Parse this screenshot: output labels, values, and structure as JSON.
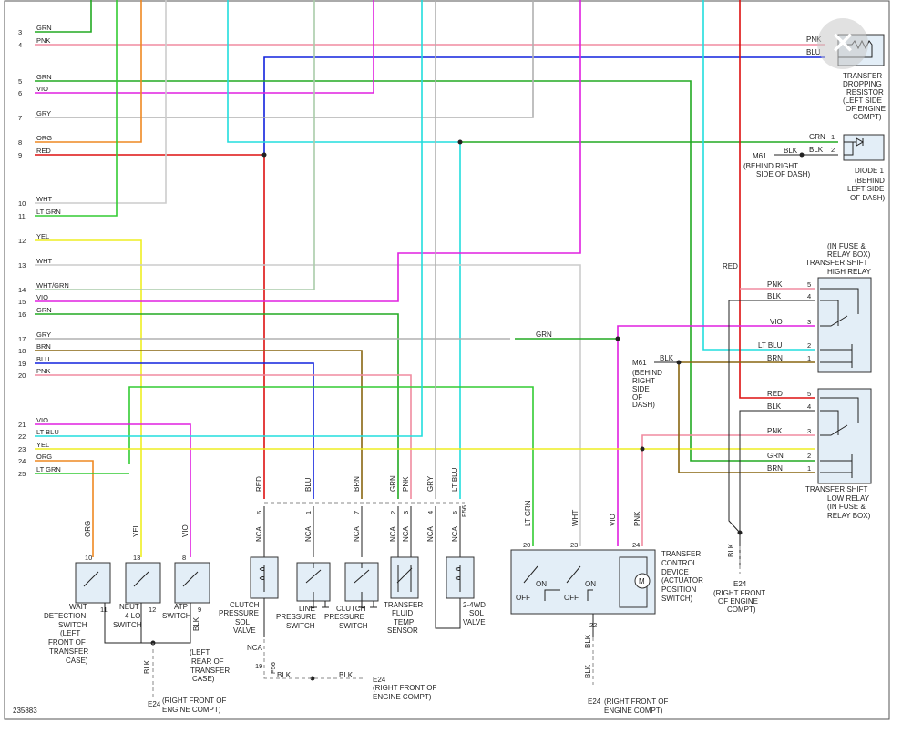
{
  "figure_id": "235883",
  "connector_pins": [
    {
      "num": "3",
      "wire": "GRN"
    },
    {
      "num": "4",
      "wire": "PNK"
    },
    {
      "num": "5",
      "wire": "GRN"
    },
    {
      "num": "6",
      "wire": "VIO"
    },
    {
      "num": "7",
      "wire": "GRY"
    },
    {
      "num": "8",
      "wire": "ORG"
    },
    {
      "num": "9",
      "wire": "RED"
    },
    {
      "num": "10",
      "wire": "WHT"
    },
    {
      "num": "11",
      "wire": "LT GRN"
    },
    {
      "num": "12",
      "wire": "YEL"
    },
    {
      "num": "13",
      "wire": "WHT"
    },
    {
      "num": "14",
      "wire": "WHT/GRN"
    },
    {
      "num": "15",
      "wire": "VIO"
    },
    {
      "num": "16",
      "wire": "GRN"
    },
    {
      "num": "17",
      "wire": "GRY"
    },
    {
      "num": "18",
      "wire": "BRN"
    },
    {
      "num": "19",
      "wire": "BLU"
    },
    {
      "num": "20",
      "wire": "PNK"
    },
    {
      "num": "21",
      "wire": "VIO"
    },
    {
      "num": "22",
      "wire": "LT BLU"
    },
    {
      "num": "23",
      "wire": "YEL"
    },
    {
      "num": "24",
      "wire": "ORG"
    },
    {
      "num": "25",
      "wire": "LT GRN"
    }
  ],
  "wire_colors": {
    "GRN": "#22aa22",
    "PNK": "#f08ca0",
    "VIO": "#e020e0",
    "GRY": "#b0b0b0",
    "ORG": "#ee8822",
    "RED": "#dd1111",
    "WHT": "#cccccc",
    "LT GRN": "#33cc33",
    "YEL": "#eeee22",
    "WHT/GRN": "#aaccaa",
    "BRN": "#886611",
    "BLU": "#1122dd",
    "LT BLU": "#22dddd",
    "BLK": "#333333"
  },
  "labels": {
    "resistor": {
      "w1": "PNK",
      "w2": "BLU",
      "t1": "TRANSFER",
      "t2": "DROPPING",
      "t3": "RESISTOR",
      "t4": "(LEFT SIDE",
      "t5": "OF ENGINE",
      "t6": "COMPT)"
    },
    "diode": {
      "w1": "GRN",
      "w2": "BLK",
      "p1": "1",
      "p2": "2",
      "blk": "BLK",
      "m61": "M61",
      "t1": "DIODE 1",
      "t2": "(BEHIND",
      "t3": "LEFT SIDE",
      "t4": "OF DASH)",
      "g1": "(BEHIND RIGHT",
      "g2": "SIDE OF DASH)"
    },
    "high_relay": {
      "red": "RED",
      "h1": "(IN FUSE &",
      "h2": "RELAY BOX)",
      "h3": "TRANSFER SHIFT",
      "h4": "HIGH RELAY",
      "w5": "PNK",
      "w4": "BLK",
      "w3": "VIO",
      "w2": "LT BLU",
      "w1": "BRN",
      "p5": "5",
      "p4": "4",
      "p3": "3",
      "p2": "2",
      "p1": "1"
    },
    "low_relay": {
      "w5": "RED",
      "w4": "BLK",
      "w3": "PNK",
      "w2": "GRN",
      "w1": "BRN",
      "p5": "5",
      "p4": "4",
      "p3": "3",
      "p2": "2",
      "p1": "1",
      "t1": "TRANSFER SHIFT",
      "t2": "LOW RELAY",
      "t3": "(IN FUSE &",
      "t4": "RELAY BOX)"
    },
    "m61b": {
      "m61": "M61",
      "blk": "BLK",
      "t1": "(BEHIND",
      "t2": "RIGHT",
      "t3": "SIDE",
      "t4": "OF",
      "t5": "DASH)"
    },
    "grn17": "GRN",
    "e24_right": {
      "blk": "BLK",
      "e24": "E24",
      "t1": "(RIGHT FRONT",
      "t2": "OF ENGINE",
      "t3": "COMPT)"
    },
    "valve_block": {
      "wires": [
        "RED",
        "BLU",
        "BRN",
        "GRN",
        "PNK",
        "GRY",
        "LT BLU"
      ],
      "pins": [
        "6",
        "1",
        "7",
        "2",
        "3",
        "4",
        "5"
      ],
      "nca": "NCA",
      "f56": "F56"
    },
    "clutch_sol": {
      "t1": "CLUTCH",
      "t2": "PRESSURE",
      "t3": "SOL",
      "t4": "VALVE"
    },
    "line_sw": {
      "t1": "LINE",
      "t2": "PRESSURE",
      "t3": "SWITCH"
    },
    "clutch_sw": {
      "t1": "CLUTCH",
      "t2": "PRESSURE",
      "t3": "SWITCH"
    },
    "temp_sensor": {
      "t1": "TRANSFER",
      "t2": "FLUID",
      "t3": "TEMP",
      "t4": "SENSOR"
    },
    "fourwd": {
      "t1": "2-4WD",
      "t2": "SOL",
      "t3": "VALVE"
    },
    "bottom_gnd": {
      "nca": "NCA",
      "p19": "19",
      "f56": "F56",
      "blk1": "BLK",
      "blk2": "BLK",
      "e24": "E24",
      "t1": "(RIGHT FRONT OF",
      "t2": "ENGINE COMPT)"
    },
    "left_sw": {
      "wires": [
        "ORG",
        "YEL",
        "VIO"
      ],
      "pins_top": [
        "10",
        "13",
        "8"
      ],
      "pins_bot": [
        "11",
        "12",
        "9"
      ],
      "wait": [
        "WAIT",
        "DETECTION",
        "SWITCH",
        "(LEFT",
        "FRONT OF",
        "TRANSFER",
        "CASE)"
      ],
      "neut": [
        "NEUT",
        "4 LO",
        "SWITCH"
      ],
      "atp": [
        "ATP",
        "SWITCH"
      ],
      "atp_loc": [
        "(LEFT",
        "REAR OF",
        "TRANSFER",
        "CASE)"
      ],
      "blk": "BLK",
      "blk2": "BLK",
      "e24": "E24",
      "t1": "(RIGHT FRONT OF",
      "t2": "ENGINE COMPT)"
    },
    "actuator": {
      "wires": [
        "LT GRN",
        "WHT",
        "VIO",
        "PNK"
      ],
      "pins": [
        "20",
        "23",
        "24"
      ],
      "off1": "OFF",
      "on1": "ON",
      "off2": "OFF",
      "on2": "ON",
      "motor": "M",
      "p22": "22",
      "blk": "BLK",
      "blk2": "BLK",
      "e24": "E24",
      "g1": "(RIGHT FRONT OF",
      "g2": "ENGINE COMPT)",
      "t": [
        "TRANSFER",
        "CONTROL",
        "DEVICE",
        "(ACTUATOR",
        "POSITION",
        "SWITCH)"
      ]
    }
  }
}
